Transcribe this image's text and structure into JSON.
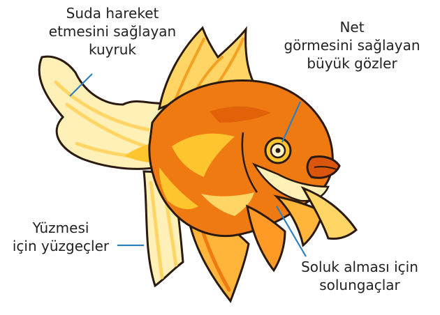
{
  "colors": {
    "outline": "#2a1a10",
    "body_orange": "#f07a12",
    "body_dark": "#e2620a",
    "body_yellow": "#ffc52e",
    "fin_light": "#fff0b8",
    "fin_mid": "#ffd666",
    "pointer_line": "#2e7fc0",
    "text": "#222222"
  },
  "labels": {
    "tail": {
      "lines": [
        "Suda hareket",
        "etmesini sağlayan",
        "kuyruk"
      ],
      "pointer_icon": "leader-line"
    },
    "eyes": {
      "lines": [
        "Net",
        "görmesini sağlayan",
        "büyük gözler"
      ],
      "pointer_icon": "leader-line"
    },
    "fins": {
      "lines": [
        "Yüzmesi",
        "için yüzgeçler"
      ],
      "pointer_icon": "leader-line"
    },
    "gills": {
      "lines": [
        "Soluk alması için",
        "solungaçlar"
      ],
      "pointer_icon": "leader-line"
    }
  }
}
